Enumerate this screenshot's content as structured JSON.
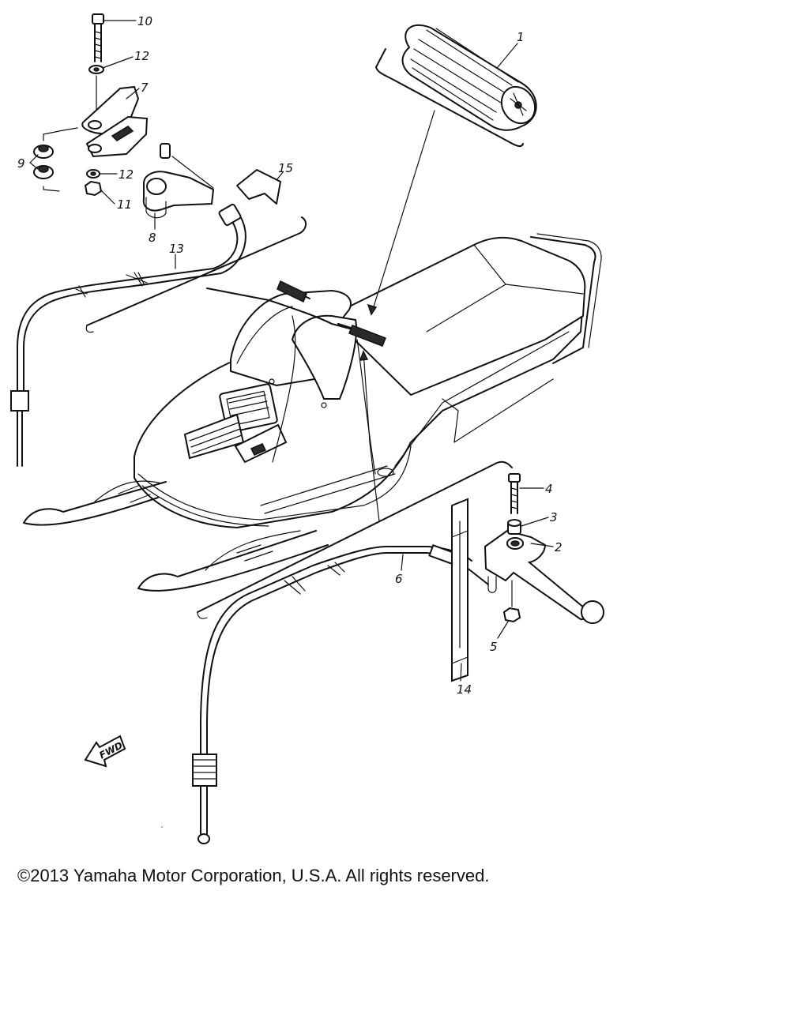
{
  "diagram": {
    "callouts": [
      "10",
      "12",
      "7",
      "9",
      "12",
      "11",
      "8",
      "15",
      "13",
      "1",
      "4",
      "3",
      "2",
      "6",
      "5",
      "14"
    ],
    "fwd_label": "FWD"
  },
  "footer": {
    "copyright": "©2013 Yamaha Motor Corporation, U.S.A. All rights reserved."
  }
}
